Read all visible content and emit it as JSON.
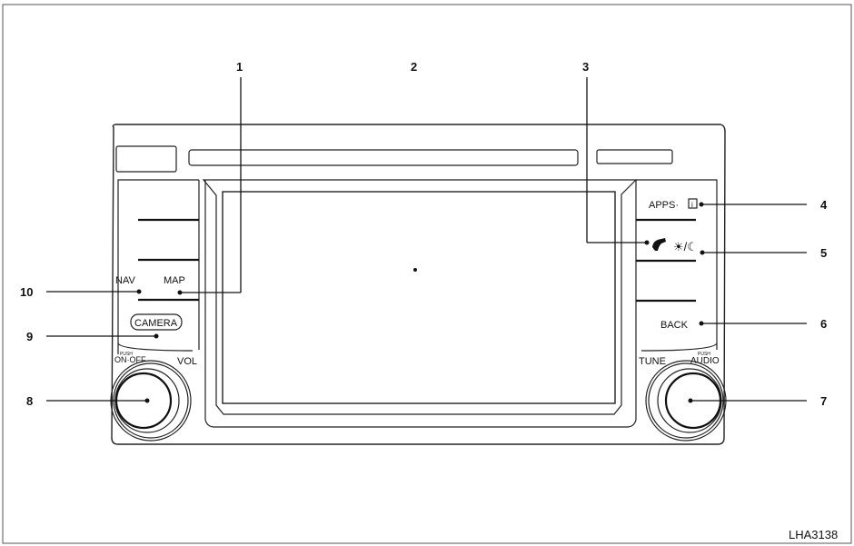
{
  "diagram": {
    "labels": {
      "nav": "NAV",
      "map": "MAP",
      "camera": "CAMERA",
      "push_onoff": "PUSH",
      "onoff": "ON·OFF",
      "vol": "VOL",
      "tune": "TUNE",
      "push_audio": "PUSH",
      "audio": "AUDIO",
      "apps": "APPS·",
      "info_icon_text": "i",
      "back": "BACK",
      "brightness_icon": "☀/☾"
    },
    "callouts": [
      "1",
      "2",
      "3",
      "4",
      "5",
      "6",
      "7",
      "8",
      "9",
      "10"
    ],
    "figure_code": "LHA3138"
  }
}
